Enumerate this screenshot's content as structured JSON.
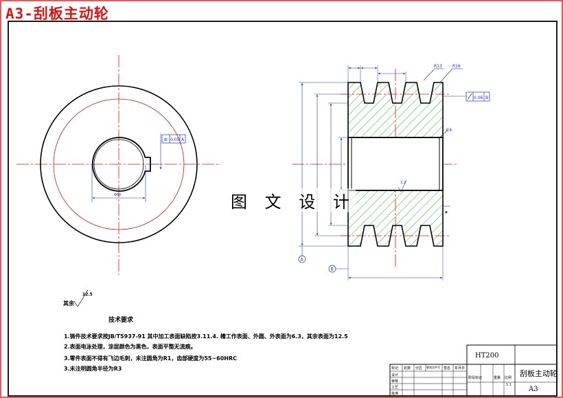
{
  "header": {
    "title": "A3-刮板主动轮"
  },
  "overlay_text": "图 文 设 计",
  "roughness": {
    "label": "其余",
    "value": "12.5"
  },
  "tech_requirements": {
    "title": "技术要求",
    "items": [
      "1.铸件技术要求按JB/T5937-91 其中加工表面缺陷按3.11.4. 槽工作表面、外圆、外表面为6.3，其余表面为12.5",
      "2.表面电泳处理，涂层颜色为黑色，表面平整无流痕。",
      "3.零件表面不得有飞边毛刺，未注圆角为R1，齿部硬度为55~60HRC",
      "3.未注明圆角半径为R3"
    ]
  },
  "dimensions": {
    "r13": "R13",
    "r16": "R16",
    "c4": "C4",
    "ra32": "3.2",
    "flatness": "0.06",
    "datum_b": "B",
    "datum_a": "A",
    "sym_tol": "0.05",
    "bore": "Φ60"
  },
  "title_block": {
    "material": "HT200",
    "part_name": "刮板主动轮",
    "scale": "1:1",
    "sheet": "A3",
    "row_labels": [
      "设计",
      "审核",
      "工艺",
      "批准"
    ],
    "head_labels": [
      "标记",
      "处数",
      "分区",
      "更改文件号",
      "签名",
      "年月日"
    ],
    "stage_labels": [
      "阶段标记",
      "重量",
      "比例"
    ]
  },
  "colors": {
    "outline": "#000000",
    "centerline": "#e01010",
    "dimension": "#1a2ae0",
    "hatch": "#0fbd2a",
    "title": "#e01010"
  }
}
